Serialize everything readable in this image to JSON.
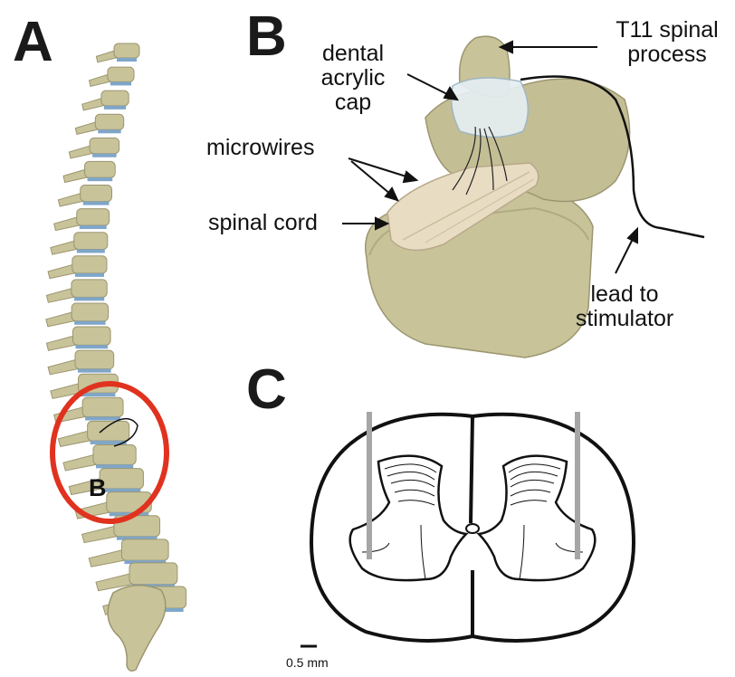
{
  "panels": {
    "a": {
      "letter": "A",
      "inset_label": "B"
    },
    "b": {
      "letter": "B",
      "labels": {
        "dental_cap_line1": "dental",
        "dental_cap_line2": "acrylic cap",
        "t11_line1": "T11 spinal",
        "t11_line2": "process",
        "microwires": "microwires",
        "spinal_cord": "spinal cord",
        "lead_line1": "lead to",
        "lead_line2": "stimulator"
      }
    },
    "c": {
      "letter": "C",
      "scale_bar_label": "0.5 mm"
    }
  },
  "colors": {
    "bone": "#c9c39a",
    "bone_dark": "#9c9670",
    "disc": "#7fa6c9",
    "highlight_circle": "#e0321e",
    "cord": "#e8dcc3",
    "electrode": "#a6a6a6",
    "outline": "#111111"
  }
}
